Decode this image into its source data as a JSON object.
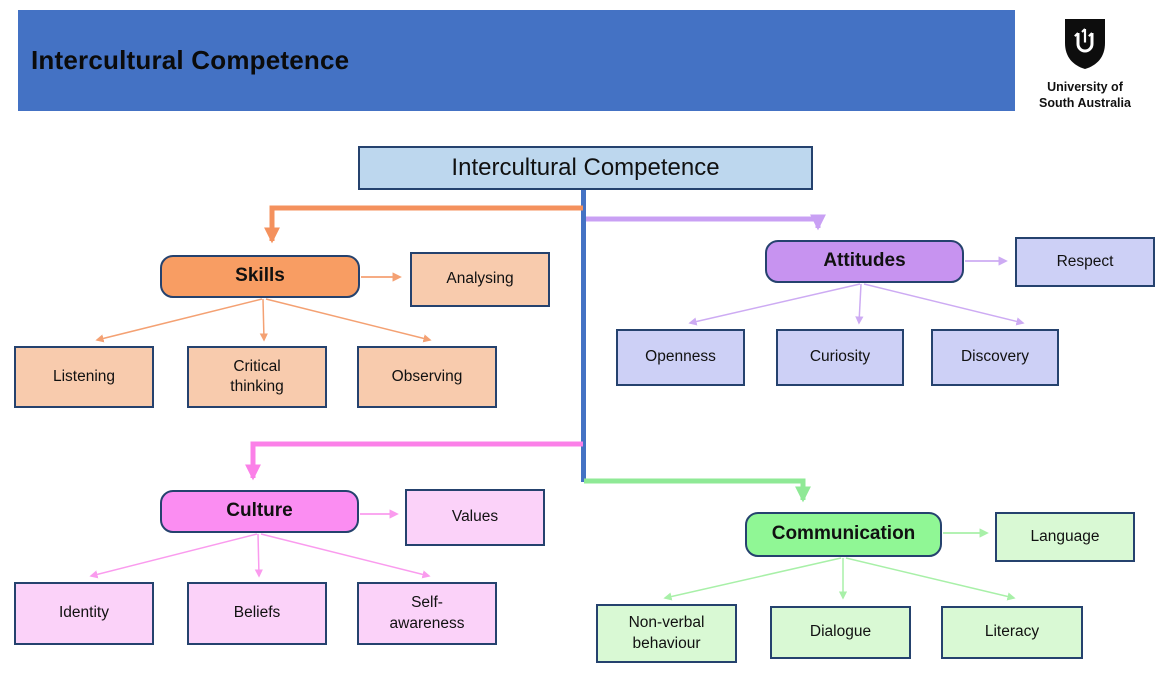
{
  "header": {
    "title": "Intercultural Competence",
    "logo_line1": "University of",
    "logo_line2": "South Australia"
  },
  "diagram": {
    "root_label": "Intercultural Competence",
    "branches": [
      {
        "label": "Skills",
        "side": "Analysing",
        "children": [
          "Listening",
          "Critical thinking",
          "Observing"
        ]
      },
      {
        "label": "Attitudes",
        "side": "Respect",
        "children": [
          "Openness",
          "Curiosity",
          "Discovery"
        ]
      },
      {
        "label": "Culture",
        "side": "Values",
        "children": [
          "Identity",
          "Beliefs",
          "Self-awareness"
        ]
      },
      {
        "label": "Communication",
        "side": "Language",
        "children": [
          "Non-verbal behaviour",
          "Dialogue",
          "Literacy"
        ]
      }
    ]
  },
  "palette": {
    "header_bg": "#4472C4",
    "spine_line": "#4472C4",
    "box_border": "#25426E",
    "root_fill": "#BDD7EE",
    "skills_fill": "#F89D63",
    "skills_child_fill": "#F8CBAD",
    "skills_line": "#F4915D",
    "attitudes_fill": "#C793F0",
    "attitudes_child_fill": "#CDD0F6",
    "attitudes_line": "#C9A0F4",
    "culture_fill": "#FB8DF2",
    "culture_child_fill": "#FBD2F9",
    "culture_line": "#FB80E8",
    "communication_fill": "#90F795",
    "communication_child_fill": "#D9F9D4",
    "communication_line": "#8FE996"
  }
}
